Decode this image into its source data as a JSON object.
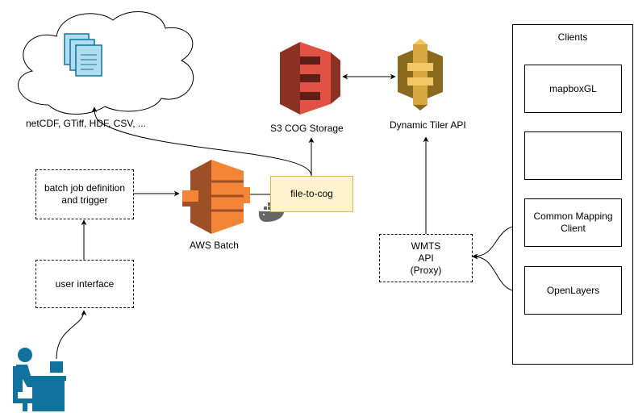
{
  "cloud": {
    "label": "netCDF, GTiff, HDF, CSV, ..."
  },
  "s3": {
    "label": "S3 COG Storage"
  },
  "tiler": {
    "label": "Dynamic Tiler API"
  },
  "batch_job": {
    "line1": "batch job definition",
    "line2": "and trigger"
  },
  "aws_batch": {
    "label": "AWS Batch"
  },
  "file_to_cog": {
    "label": "file-to-cog"
  },
  "user_interface": {
    "label": "user interface"
  },
  "wmts": {
    "line1": "WMTS",
    "line2": "API",
    "line3": "(Proxy)"
  },
  "clients": {
    "title": "Clients",
    "items": [
      {
        "line1": "mapboxGL",
        "line2": ""
      },
      {
        "line1": "",
        "line2": ""
      },
      {
        "line1": "Common Mapping",
        "line2": "Client"
      },
      {
        "line1": "OpenLayers",
        "line2": ""
      }
    ]
  },
  "colors": {
    "s3_red": "#e05243",
    "s3_dark": "#8c3123",
    "tiler_gold": "#d9a741",
    "tiler_dark": "#8a6a1f",
    "batch_orange": "#f58536",
    "batch_dark": "#9d5025",
    "note_fill": "#fff2cc",
    "note_border": "#d6b656",
    "user_blue": "#10739e",
    "doc_blue": "#b1ddf0"
  },
  "icons": {
    "cloud": "cloud-icon",
    "documents": "documents-icon",
    "s3": "s3-bucket-icon",
    "tiler": "api-gateway-icon",
    "batch": "aws-batch-icon",
    "docker": "docker-whale-icon",
    "user": "user-at-desk-icon"
  }
}
